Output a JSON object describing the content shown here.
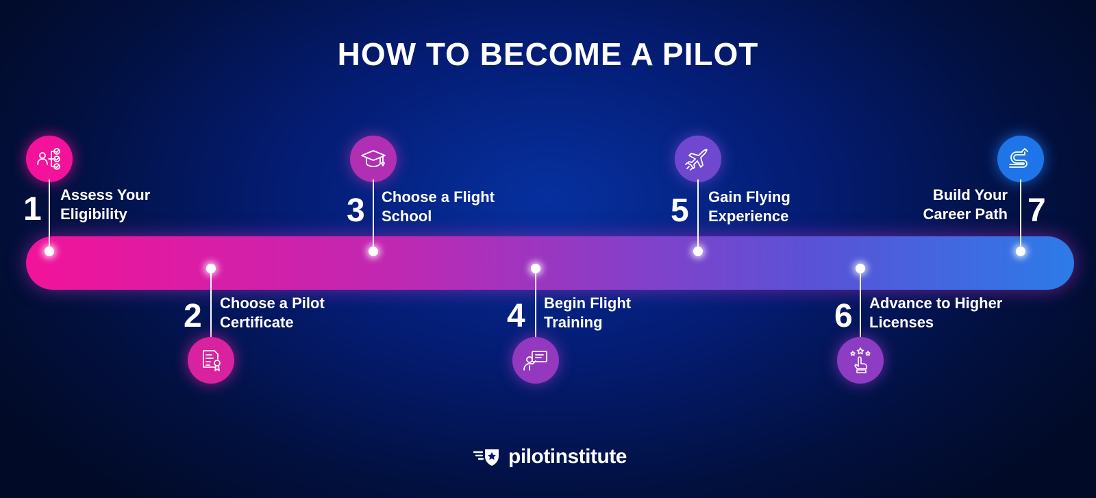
{
  "title": "HOW TO BECOME A PILOT",
  "steps": [
    {
      "number": "1",
      "line1": "Assess Your",
      "line2": "Eligibility",
      "icon": "eligibility-checklist-icon",
      "color": "#f2139a"
    },
    {
      "number": "2",
      "line1": "Choose a Pilot",
      "line2": "Certificate",
      "icon": "certificate-icon",
      "color": "#d9229f"
    },
    {
      "number": "3",
      "line1": "Choose a Flight",
      "line2": "School",
      "icon": "graduation-cap-icon",
      "color": "#b12fb3"
    },
    {
      "number": "4",
      "line1": "Begin Flight",
      "line2": "Training",
      "icon": "instructor-board-icon",
      "color": "#9438c0"
    },
    {
      "number": "5",
      "line1": "Gain Flying",
      "line2": "Experience",
      "icon": "airplane-icon",
      "color": "#7048cf"
    },
    {
      "number": "6",
      "line1": "Advance to Higher",
      "line2": "Licenses",
      "icon": "hand-stars-icon",
      "color": "#8f3cc4"
    },
    {
      "number": "7",
      "line1": "Build Your",
      "line2": "Career Path",
      "icon": "career-path-arrow-icon",
      "color": "#1f74e8"
    }
  ],
  "logo": {
    "text": "pilotinstitute",
    "icon": "winged-shield-star-icon"
  }
}
